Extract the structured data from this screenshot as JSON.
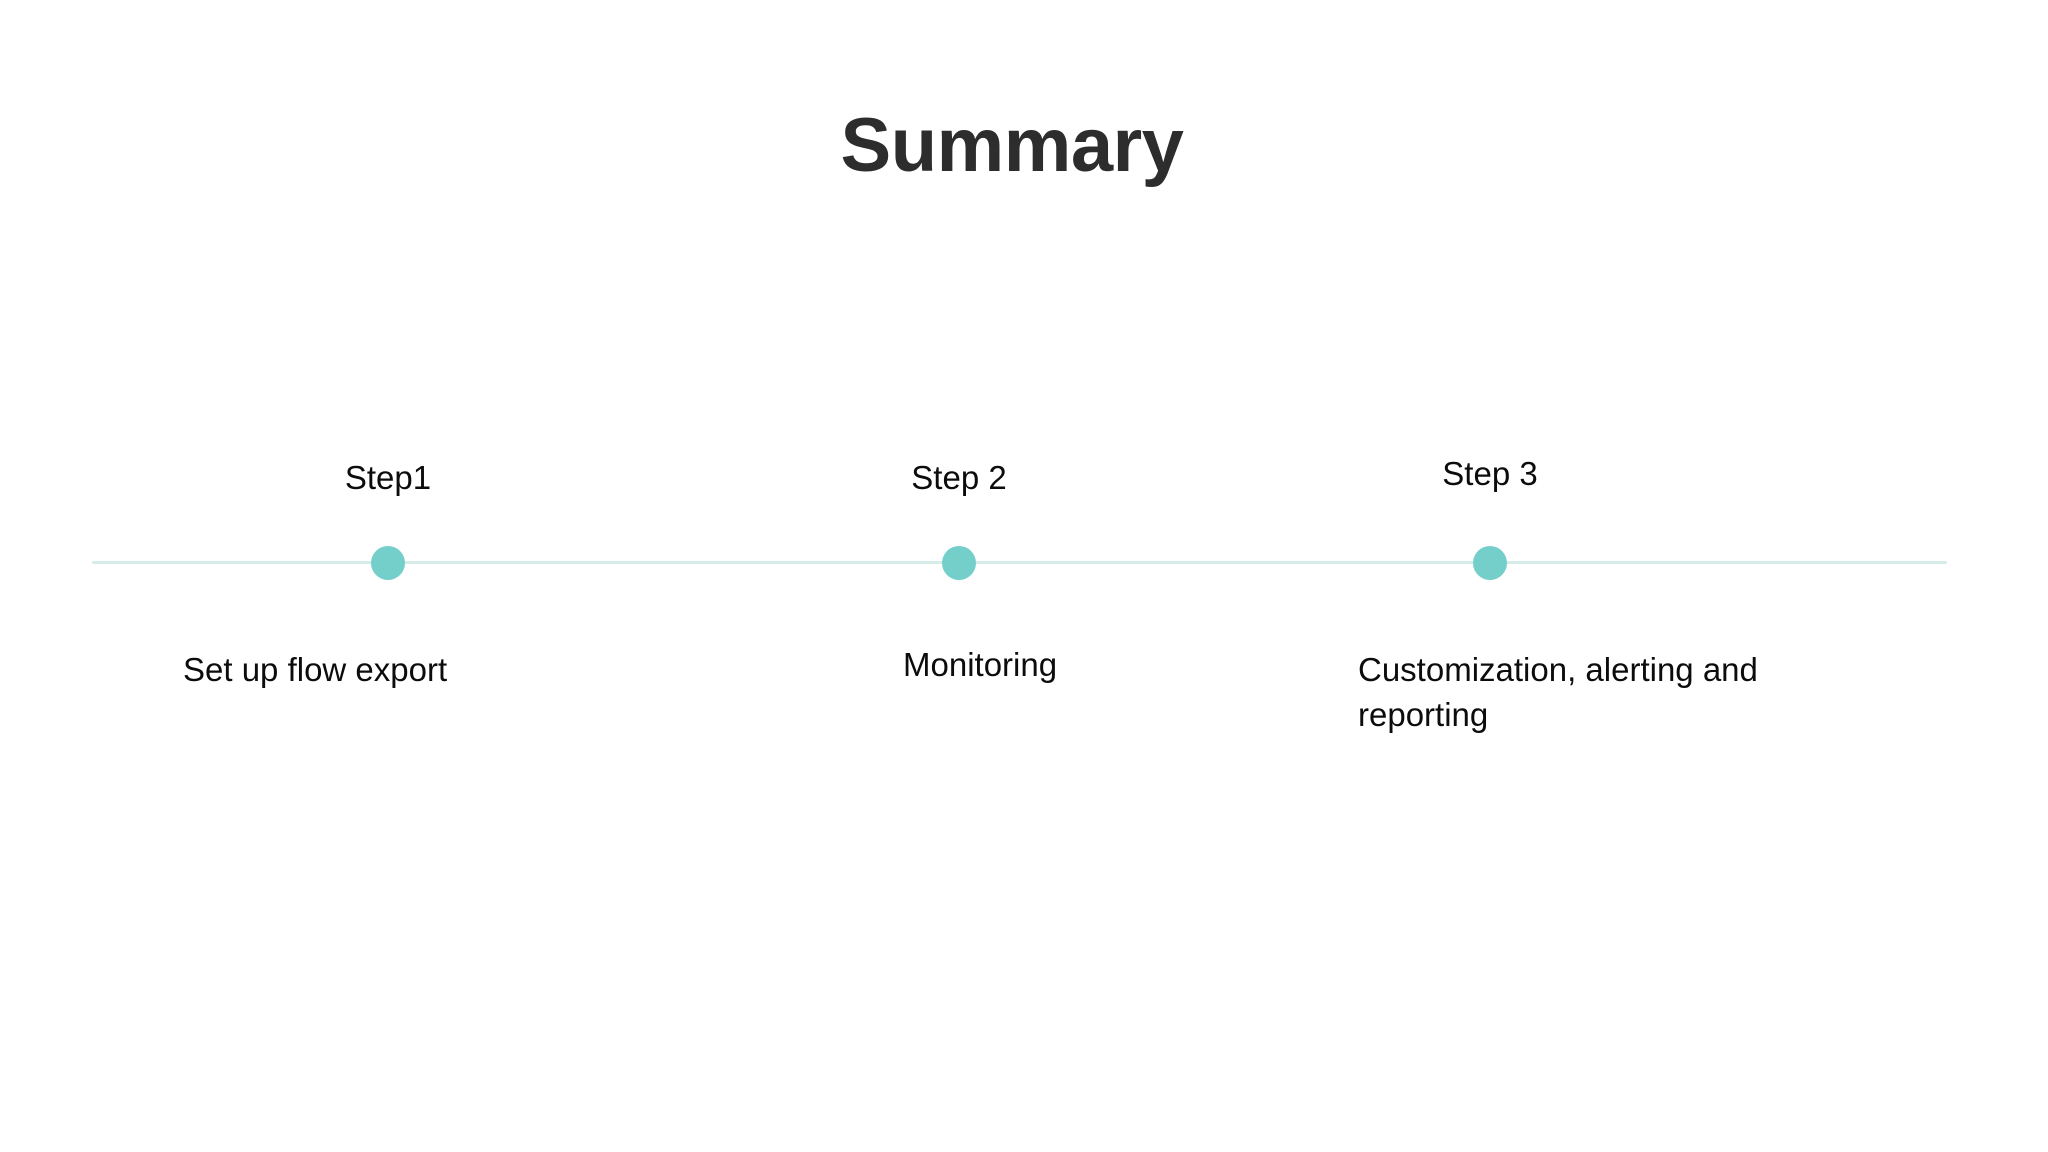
{
  "slide": {
    "title": "Summary",
    "background_color": "#ffffff",
    "title_color": "#2d2d2d",
    "accent_color": "#74cfcb",
    "line_color": "#d6ece9",
    "text_color": "#0c0c0c"
  },
  "timeline": {
    "steps": [
      {
        "label": "Step1",
        "description": "Set up flow export"
      },
      {
        "label": "Step 2",
        "description": "Monitoring"
      },
      {
        "label": "Step 3",
        "description": "Customization, alerting and reporting"
      }
    ]
  }
}
